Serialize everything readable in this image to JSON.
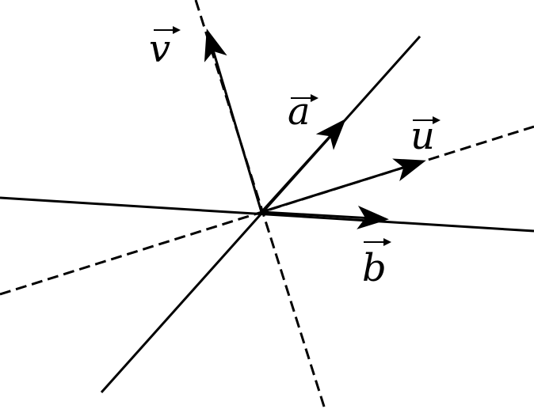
{
  "diagram": {
    "labels": {
      "v": "v",
      "a": "a",
      "u": "u",
      "b": "b"
    },
    "colors": {
      "stroke": "#000000",
      "background": "#ffffff"
    }
  }
}
